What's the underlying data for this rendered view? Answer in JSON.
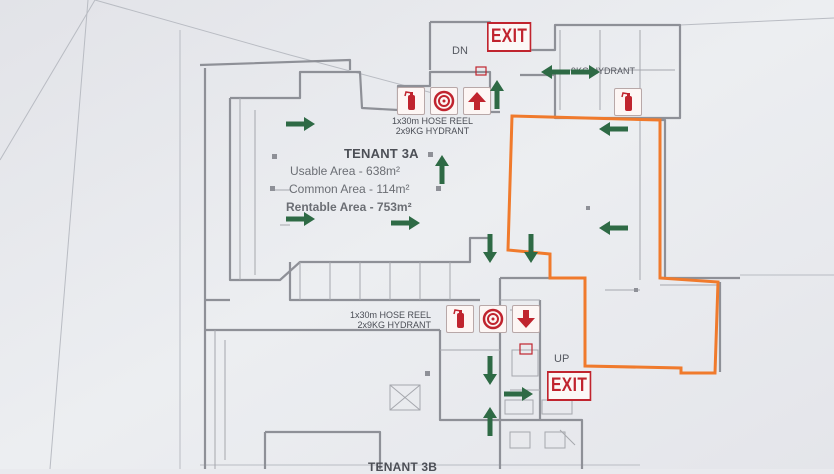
{
  "colors": {
    "paper": "#e9eaee",
    "walls": "#8e9097",
    "highlight_outline": "#f07a2c",
    "arrow": "#2e6a45",
    "safety_red": "#c0242e"
  },
  "tenant": {
    "name": "TENANT 3A",
    "usable_area": "Usable Area - 638m²",
    "common_area": "Common Area - 114m²",
    "rentable_area": "Rentable Area - 753m²"
  },
  "tenant_below_partial": "TENANT 3B",
  "labels": {
    "stair_down": "DN",
    "stair_up": "UP",
    "hydrant_note": "9KG HYDRANT"
  },
  "exit_signs": [
    "EXIT",
    "EXIT"
  ],
  "equipment_notes": {
    "upper": {
      "line1": "1x30m HOSE REEL",
      "line2": "2x9KG HYDRANT"
    },
    "lower": {
      "line1": "1x30m HOSE REEL",
      "line2": "2x9KG HYDRANT"
    }
  },
  "symbols": {
    "upper": [
      "fire-extinguisher-icon",
      "hose-reel-icon",
      "arrow-up-icon"
    ],
    "right": [
      "fire-extinguisher-icon"
    ],
    "lower": [
      "fire-extinguisher-icon",
      "hose-reel-icon",
      "arrow-down-icon"
    ]
  },
  "evacuation_arrows": [
    "right",
    "right",
    "right",
    "right",
    "up",
    "up",
    "down",
    "down",
    "left",
    "left",
    "left",
    "down",
    "up",
    "right"
  ]
}
